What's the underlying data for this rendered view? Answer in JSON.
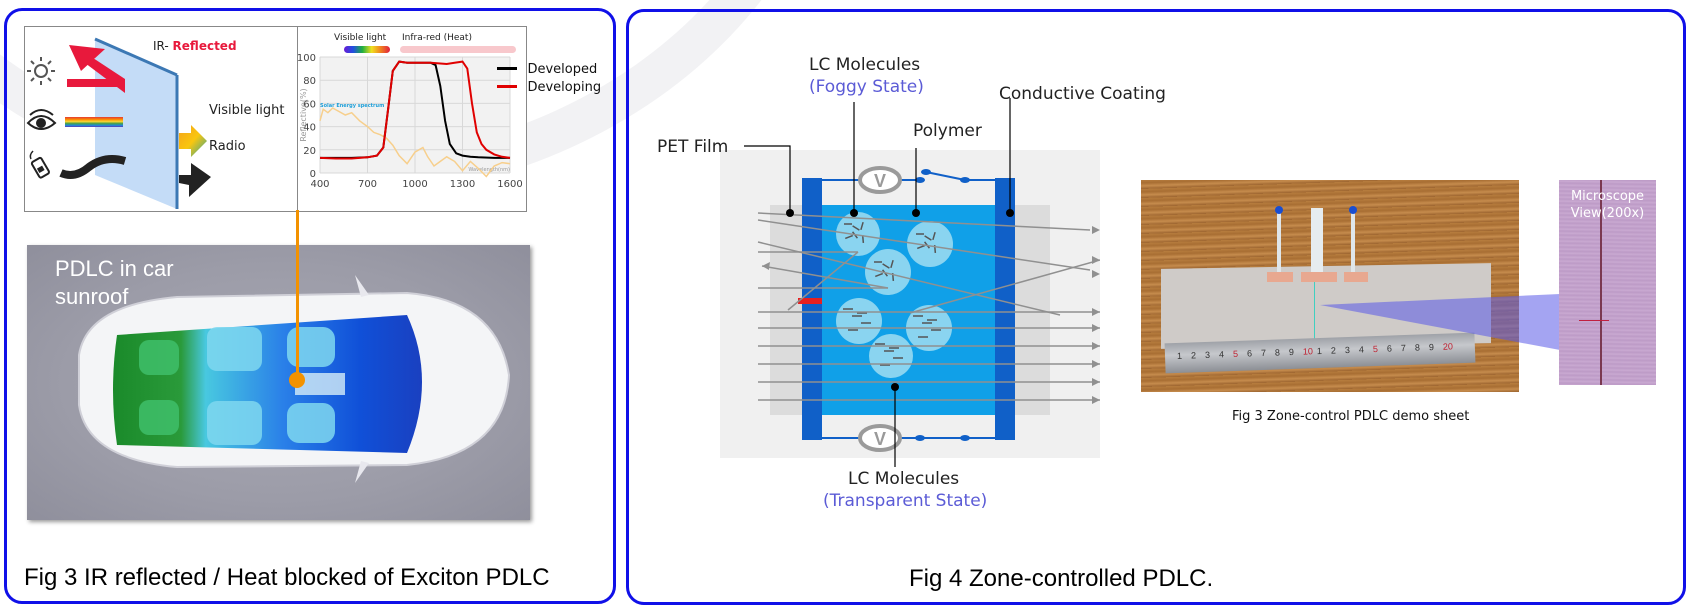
{
  "left_panel": {
    "ir_diagram": {
      "title_prefix": "IR- ",
      "title_emphasis": "Reflected",
      "visible_light_label": "Visible light",
      "radio_label": "Radio",
      "icons": [
        "sun-icon",
        "eye-icon",
        "mobile-phone-icon"
      ],
      "colors": {
        "reflected": "#e8193c",
        "glass": "#c4dcf7",
        "glass_edge": "#3c78b4"
      }
    },
    "car_photo": {
      "overlay_text_line1": "PDLC in car",
      "overlay_text_line2": "sunroof",
      "pointer_color": "#f39200"
    },
    "caption": "Fig 3 IR reflected / Heat blocked of Exciton PDLC"
  },
  "chart_data": {
    "type": "line",
    "title": "",
    "band_labels": [
      "Visible light",
      "Infra-red (Heat)"
    ],
    "xlabel": "Wavelength(nm)",
    "ylabel": "Reflective(%)",
    "xlim": [
      400,
      1600
    ],
    "ylim": [
      0,
      100
    ],
    "x_ticks": [
      "400",
      "700",
      "1000",
      "1300",
      "1600"
    ],
    "y_ticks": [
      "0",
      "20",
      "40",
      "60",
      "80",
      "100"
    ],
    "grid": true,
    "legend_position": "right",
    "annotation": "Solar Energy spectrum",
    "series": [
      {
        "name": "Developed",
        "color": "#000000",
        "x": [
          400,
          500,
          600,
          700,
          760,
          800,
          830,
          860,
          900,
          950,
          1000,
          1050,
          1100,
          1130,
          1160,
          1190,
          1220,
          1260,
          1300,
          1350,
          1400,
          1500,
          1600
        ],
        "y": [
          13,
          13,
          13,
          13.5,
          15,
          22,
          55,
          88,
          96,
          95,
          95,
          95,
          95,
          93,
          75,
          45,
          25,
          17,
          15,
          14,
          13.5,
          13,
          13
        ]
      },
      {
        "name": "Developing",
        "color": "#e00000",
        "x": [
          400,
          500,
          600,
          700,
          760,
          800,
          830,
          860,
          900,
          950,
          1000,
          1100,
          1200,
          1250,
          1300,
          1330,
          1360,
          1390,
          1420,
          1450,
          1500,
          1550,
          1600
        ],
        "y": [
          13,
          12.5,
          12.5,
          13.5,
          15,
          22,
          55,
          88,
          96,
          95,
          95,
          95,
          94,
          95,
          96,
          90,
          60,
          35,
          25,
          20,
          16,
          14,
          13
        ]
      },
      {
        "name": "Solar Energy spectrum",
        "color": "#f7cf8c",
        "x": [
          400,
          420,
          450,
          480,
          520,
          560,
          600,
          650,
          700,
          740,
          780,
          820,
          860,
          900,
          950,
          1000,
          1050,
          1080,
          1120,
          1160,
          1200,
          1250,
          1300,
          1350,
          1400,
          1450,
          1500,
          1550,
          1600
        ],
        "y": [
          45,
          55,
          52,
          56,
          53,
          50,
          52,
          45,
          40,
          35,
          33,
          30,
          24,
          15,
          8,
          18,
          22,
          14,
          6,
          10,
          14,
          10,
          2,
          10,
          4,
          -3,
          6,
          9,
          8
        ]
      }
    ]
  },
  "right_panel": {
    "diagram_labels": {
      "lc_foggy_title": "LC Molecules",
      "lc_foggy_state": "(Foggy State)",
      "conductive_coating": "Conductive Coating",
      "polymer": "Polymer",
      "pet_film": "PET Film",
      "lc_transparent_title": "LC Molecules",
      "lc_transparent_state": "(Transparent State)",
      "voltage_symbol": "V"
    },
    "demo_sheet": {
      "caption": "Fig 3 Zone-control PDLC demo sheet",
      "ruler_numbers": [
        "1",
        "2",
        "3",
        "4",
        "5",
        "6",
        "7",
        "8",
        "9",
        "10",
        "1",
        "2",
        "3",
        "4",
        "5",
        "6",
        "7",
        "8",
        "9",
        "20"
      ]
    },
    "microscope": {
      "label_line1": "Microscope",
      "label_line2": "View(200x)"
    },
    "caption": "Fig 4 Zone-controlled PDLC."
  }
}
